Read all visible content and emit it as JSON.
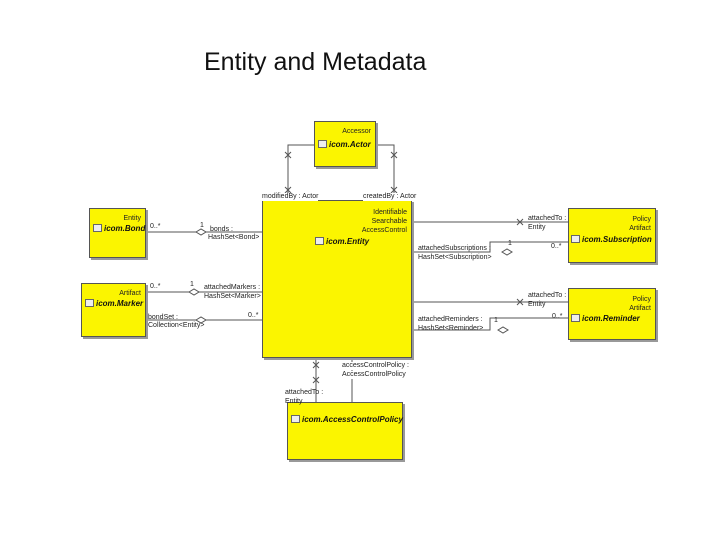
{
  "title": "Entity and Metadata",
  "classes": {
    "actor": {
      "stereo": "Accessor",
      "name": "icom.Actor"
    },
    "entity": {
      "stereo1": "Identifiable",
      "stereo2": "Searchable",
      "stereo3": "AccessControl",
      "name": "icom.Entity"
    },
    "bond": {
      "stereo": "Entity",
      "name": "icom.Bond"
    },
    "marker": {
      "stereo": "Artifact",
      "name": "icom.Marker"
    },
    "subscription": {
      "stereo1": "Policy",
      "stereo2": "Artifact",
      "name": "icom.Subscription"
    },
    "reminder": {
      "stereo1": "Policy",
      "stereo2": "Artifact",
      "name": "icom.Reminder"
    },
    "acp": {
      "name": "icom.AccessControlPolicy"
    }
  },
  "labels": {
    "modifiedBy": "modifiedBy : Actor",
    "createdBy": "createdBy : Actor",
    "bondsA": "bonds :",
    "bondsB": "HashSet<Bond>",
    "attachedMarkersA": "attachedMarkers :",
    "attachedMarkersB": "HashSet<Marker>",
    "bondSetA": "bondSet :",
    "bondSetB": "Collection<Entity>",
    "attachedSubscriptionsA": "attachedSubscriptions :",
    "attachedSubscriptionsB": "HashSet<Subscription>",
    "attachedRemindersA": "attachedReminders :",
    "attachedRemindersB": "HashSet<Reminder>",
    "attachedToSubA": "attachedTo :",
    "attachedToSubB": "Entity",
    "attachedToRemA": "attachedTo :",
    "attachedToRemB": "Entity",
    "accessControlPolicy": "accessControlPolicy :",
    "accessControlPolicyType": "AccessControlPolicy",
    "attachedToAcpA": "attachedTo :",
    "attachedToAcpB": "Entity"
  },
  "multiplicities": {
    "bondSide": "0..*",
    "bondOne": "1",
    "markerSide": "0..*",
    "markerOne": "1",
    "markerMany": "0..*",
    "subscriptionMany": "0..*",
    "subscriptionOne": "1",
    "reminderMany": "0..*",
    "reminderOne": "1"
  }
}
